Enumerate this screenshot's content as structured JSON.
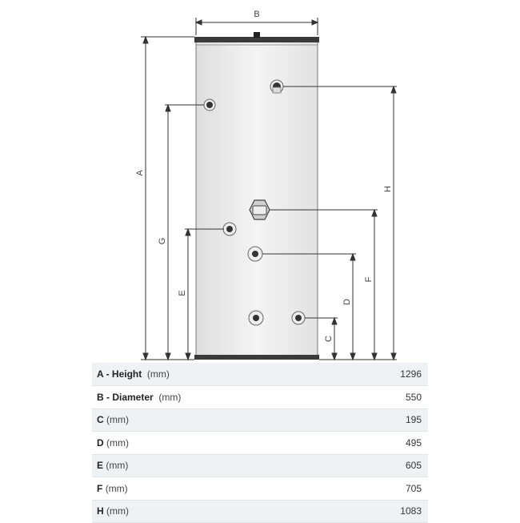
{
  "diagram": {
    "labels": {
      "a": "A",
      "b": "B",
      "c": "C",
      "d": "D",
      "e": "E",
      "f": "F",
      "g": "G",
      "h": "H"
    }
  },
  "table": {
    "rows": [
      {
        "key": "A",
        "desc": " - Height",
        "unit": "(mm)",
        "value": "1296"
      },
      {
        "key": "B",
        "desc": " - Diameter",
        "unit": "(mm)",
        "value": "550"
      },
      {
        "key": "C",
        "desc": "",
        "unit": "(mm)",
        "value": "195"
      },
      {
        "key": "D",
        "desc": "",
        "unit": "(mm)",
        "value": "495"
      },
      {
        "key": "E",
        "desc": "",
        "unit": "(mm)",
        "value": "605"
      },
      {
        "key": "F",
        "desc": "",
        "unit": "(mm)",
        "value": "705"
      },
      {
        "key": "H",
        "desc": "",
        "unit": "(mm)",
        "value": "1083"
      }
    ]
  }
}
